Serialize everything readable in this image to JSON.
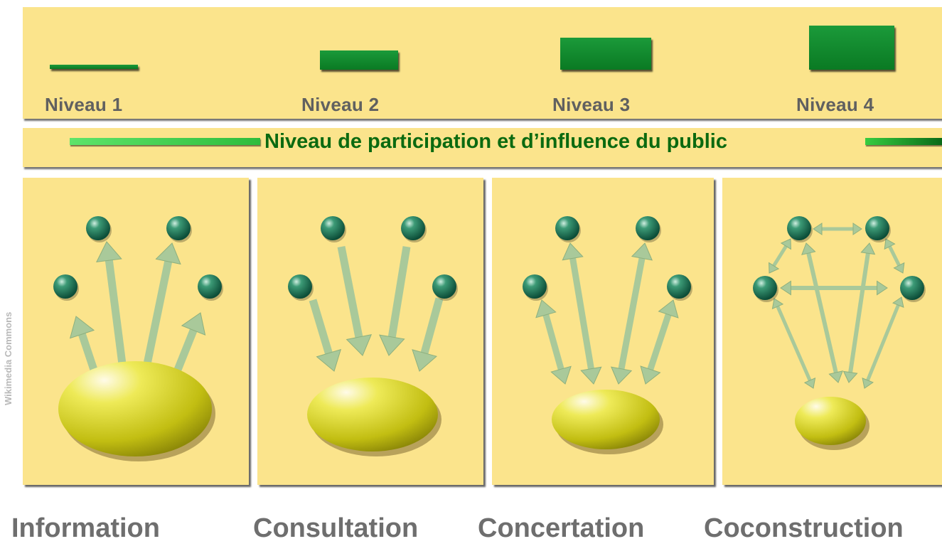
{
  "levels": [
    {
      "label": "Niveau 1"
    },
    {
      "label": "Niveau 2"
    },
    {
      "label": "Niveau 3"
    },
    {
      "label": "Niveau 4"
    }
  ],
  "axis": {
    "label": "Niveau de participation et d’influence du public"
  },
  "panels": [
    {
      "caption": "Information"
    },
    {
      "caption": "Consultation"
    },
    {
      "caption": "Concertation"
    },
    {
      "caption": "Coconstruction"
    }
  ],
  "watermark": "Wikimedia Commons",
  "colors": {
    "background": "#fbe48c",
    "level_bar": "#0d8228",
    "axis_text": "#0b6a10",
    "label_text": "#606060",
    "node": "#1e7555",
    "arrow": "#a9c99a",
    "ellipse": "#c8c41c"
  }
}
